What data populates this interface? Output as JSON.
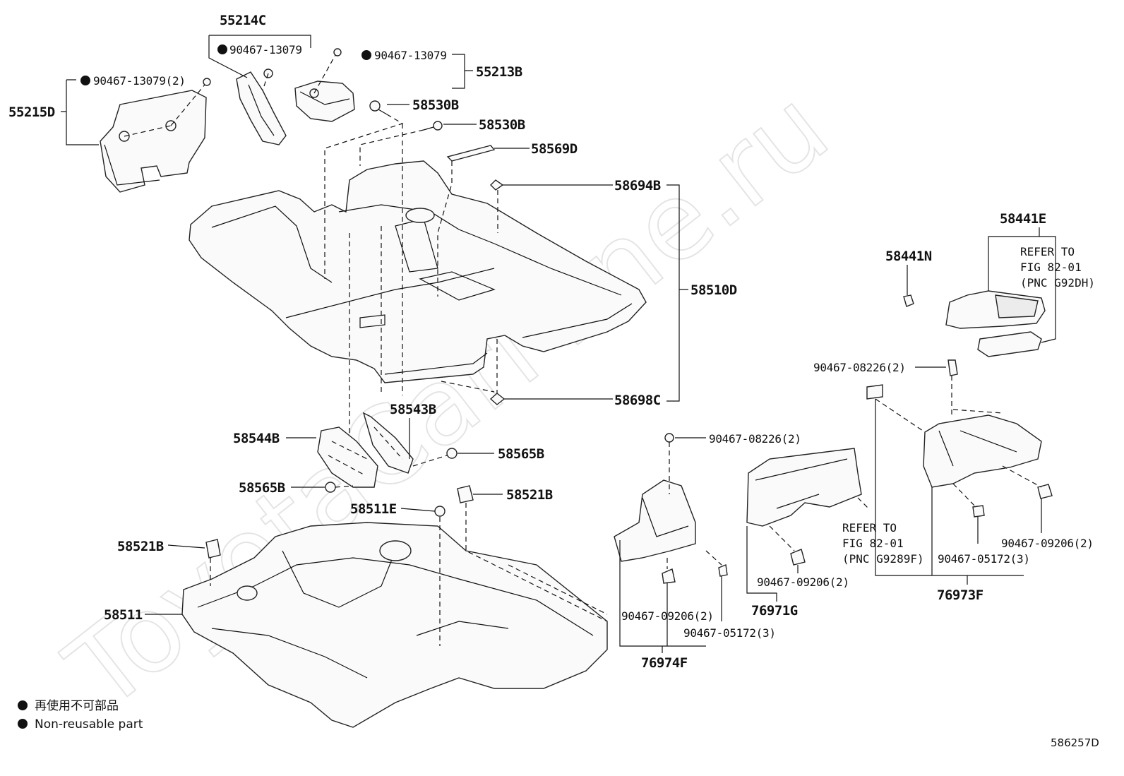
{
  "watermark": "ToyotaCarMine.ru",
  "labels": {
    "p55214C": "55214C",
    "p55213B": "55213B",
    "p55215D": "55215D",
    "p58530B_a": "58530B",
    "p58530B_b": "58530B",
    "p58569D": "58569D",
    "p58694B": "58694B",
    "p58510D": "58510D",
    "p58698C": "58698C",
    "p58543B": "58543B",
    "p58544B": "58544B",
    "p58565B_a": "58565B",
    "p58565B_b": "58565B",
    "p58521B_a": "58521B",
    "p58521B_b": "58521B",
    "p58511E": "58511E",
    "p58511": "58511",
    "p58441E": "58441E",
    "p58441N": "58441N",
    "p76974F": "76974F",
    "p76971G": "76971G",
    "p76973F": "76973F"
  },
  "clips": {
    "c1": "90467-13079",
    "c2": "90467-13079",
    "c3": "90467-13079(2)",
    "c4": "90467-08226(2)",
    "c5": "90467-08226(2)",
    "c6": "90467-09206(2)",
    "c7": "90467-05172(3)",
    "c8": "90467-09206(2)",
    "c9": "90467-09206(2)",
    "c10": "90467-05172(3)"
  },
  "refs": {
    "r1": [
      "REFER TO",
      "FIG 82-01",
      "(PNC G92DH)"
    ],
    "r2": [
      "REFER TO",
      "FIG 82-01",
      "(PNC G9289F)"
    ]
  },
  "legend": {
    "jp": "再使用不可部品",
    "en": "Non-reusable part"
  },
  "diagram_id": "586257D"
}
